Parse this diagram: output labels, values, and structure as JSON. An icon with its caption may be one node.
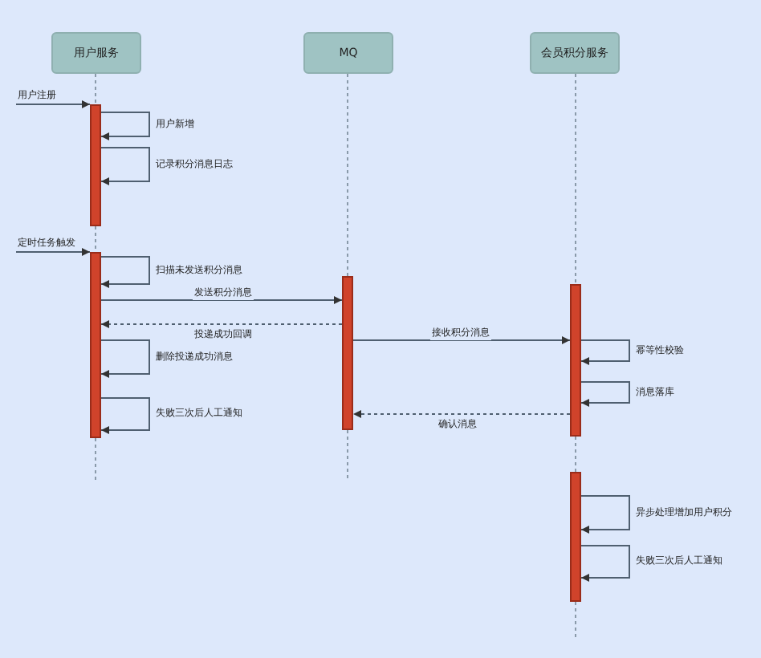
{
  "diagram": {
    "nodes": [
      {
        "text": [
          "用户服务"
        ]
      },
      {
        "text": [
          "MQ"
        ]
      },
      {
        "text": [
          "会员积分服务"
        ]
      },
      {
        "text": [],
        "shape": "bar"
      },
      {
        "text": [],
        "shape": "bar"
      },
      {
        "text": [],
        "shape": "bar"
      },
      {
        "text": [],
        "shape": "bar"
      },
      {
        "text": [],
        "shape": "bar"
      }
    ],
    "edges": [
      {
        "from": null,
        "to": 3,
        "arrow": "to",
        "label": "用户注册"
      },
      {
        "from": 3,
        "to": 3,
        "arrow": "to",
        "label": "用户新增"
      },
      {
        "from": 3,
        "to": 3,
        "arrow": "to",
        "label": "记录积分消息日志"
      },
      {
        "from": null,
        "to": 4,
        "arrow": "to",
        "label": "定时任务触发"
      },
      {
        "from": 4,
        "to": 4,
        "arrow": "to",
        "label": "扫描未发送积分消息"
      },
      {
        "from": 4,
        "to": 5,
        "arrow": "to",
        "label": "发送积分消息"
      },
      {
        "from": 5,
        "to": 4,
        "arrow": "to",
        "label": "投递成功回调",
        "style": "dashed"
      },
      {
        "from": 4,
        "to": 4,
        "arrow": "to",
        "label": "删除投递成功消息"
      },
      {
        "from": 4,
        "to": 4,
        "arrow": "to",
        "label": "失败三次后人工通知"
      },
      {
        "from": 5,
        "to": 6,
        "arrow": "to",
        "label": "接收积分消息"
      },
      {
        "from": 6,
        "to": 6,
        "arrow": "to",
        "label": "幂等性校验"
      },
      {
        "from": 6,
        "to": 6,
        "arrow": "to",
        "label": "消息落库"
      },
      {
        "from": 6,
        "to": 5,
        "arrow": "to",
        "label": "确认消息",
        "style": "dashed"
      },
      {
        "from": 7,
        "to": 7,
        "arrow": "to",
        "label": "异步处理增加用户积分"
      },
      {
        "from": 7,
        "to": 7,
        "arrow": "to",
        "label": "失败三次后人工通知"
      },
      {
        "from": 0,
        "to": 3,
        "arrow": "none",
        "style": "dashed",
        "color": "#8a9aaa"
      },
      {
        "from": 3,
        "to": 4,
        "arrow": "none",
        "style": "dashed",
        "color": "#8a9aaa"
      },
      {
        "from": 1,
        "to": 5,
        "arrow": "none",
        "style": "dashed",
        "color": "#8a9aaa"
      },
      {
        "from": 2,
        "to": 6,
        "arrow": "none",
        "style": "dashed",
        "color": "#8a9aaa"
      },
      {
        "from": 6,
        "to": 7,
        "arrow": "none",
        "style": "dashed",
        "color": "#8a9aaa"
      }
    ]
  }
}
